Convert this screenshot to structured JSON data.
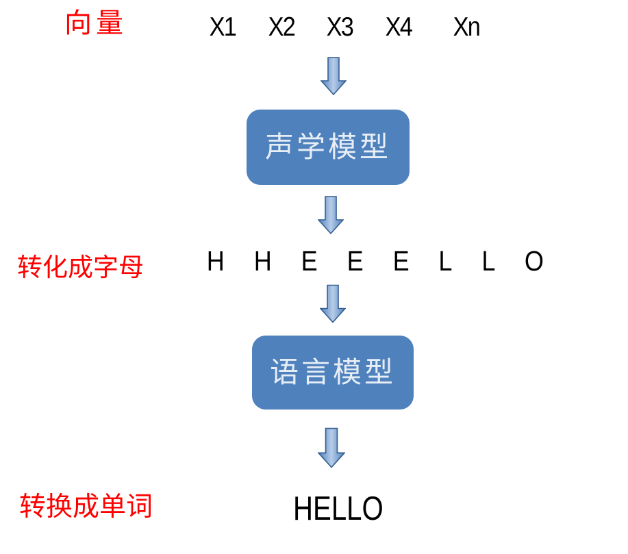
{
  "diagram": {
    "title_context": "speech-recognition pipeline diagram",
    "labels": {
      "vector": "向量",
      "to_letters": "转化成字母",
      "to_words": "转换成单词"
    },
    "vector_symbols": [
      "X1",
      "X2",
      "X3",
      "X4",
      "Xn"
    ],
    "boxes": {
      "acoustic_model": "声学模型",
      "language_model": "语言模型"
    },
    "letters": [
      "H",
      "H",
      "E",
      "E",
      "E",
      "L",
      "L",
      "O"
    ],
    "word": "HELLO",
    "icons": {
      "arrow": "block-arrow-down-icon"
    },
    "colors": {
      "background": "#FFFFFF",
      "label_red": "#FF0000",
      "text_black": "#000000",
      "box_fill": "#4F81BD",
      "box_text": "#E7EEF6",
      "arrow_fill": "#4F81BD",
      "arrow_highlight": "#B7CCE7",
      "arrow_border": "#365F91"
    }
  }
}
